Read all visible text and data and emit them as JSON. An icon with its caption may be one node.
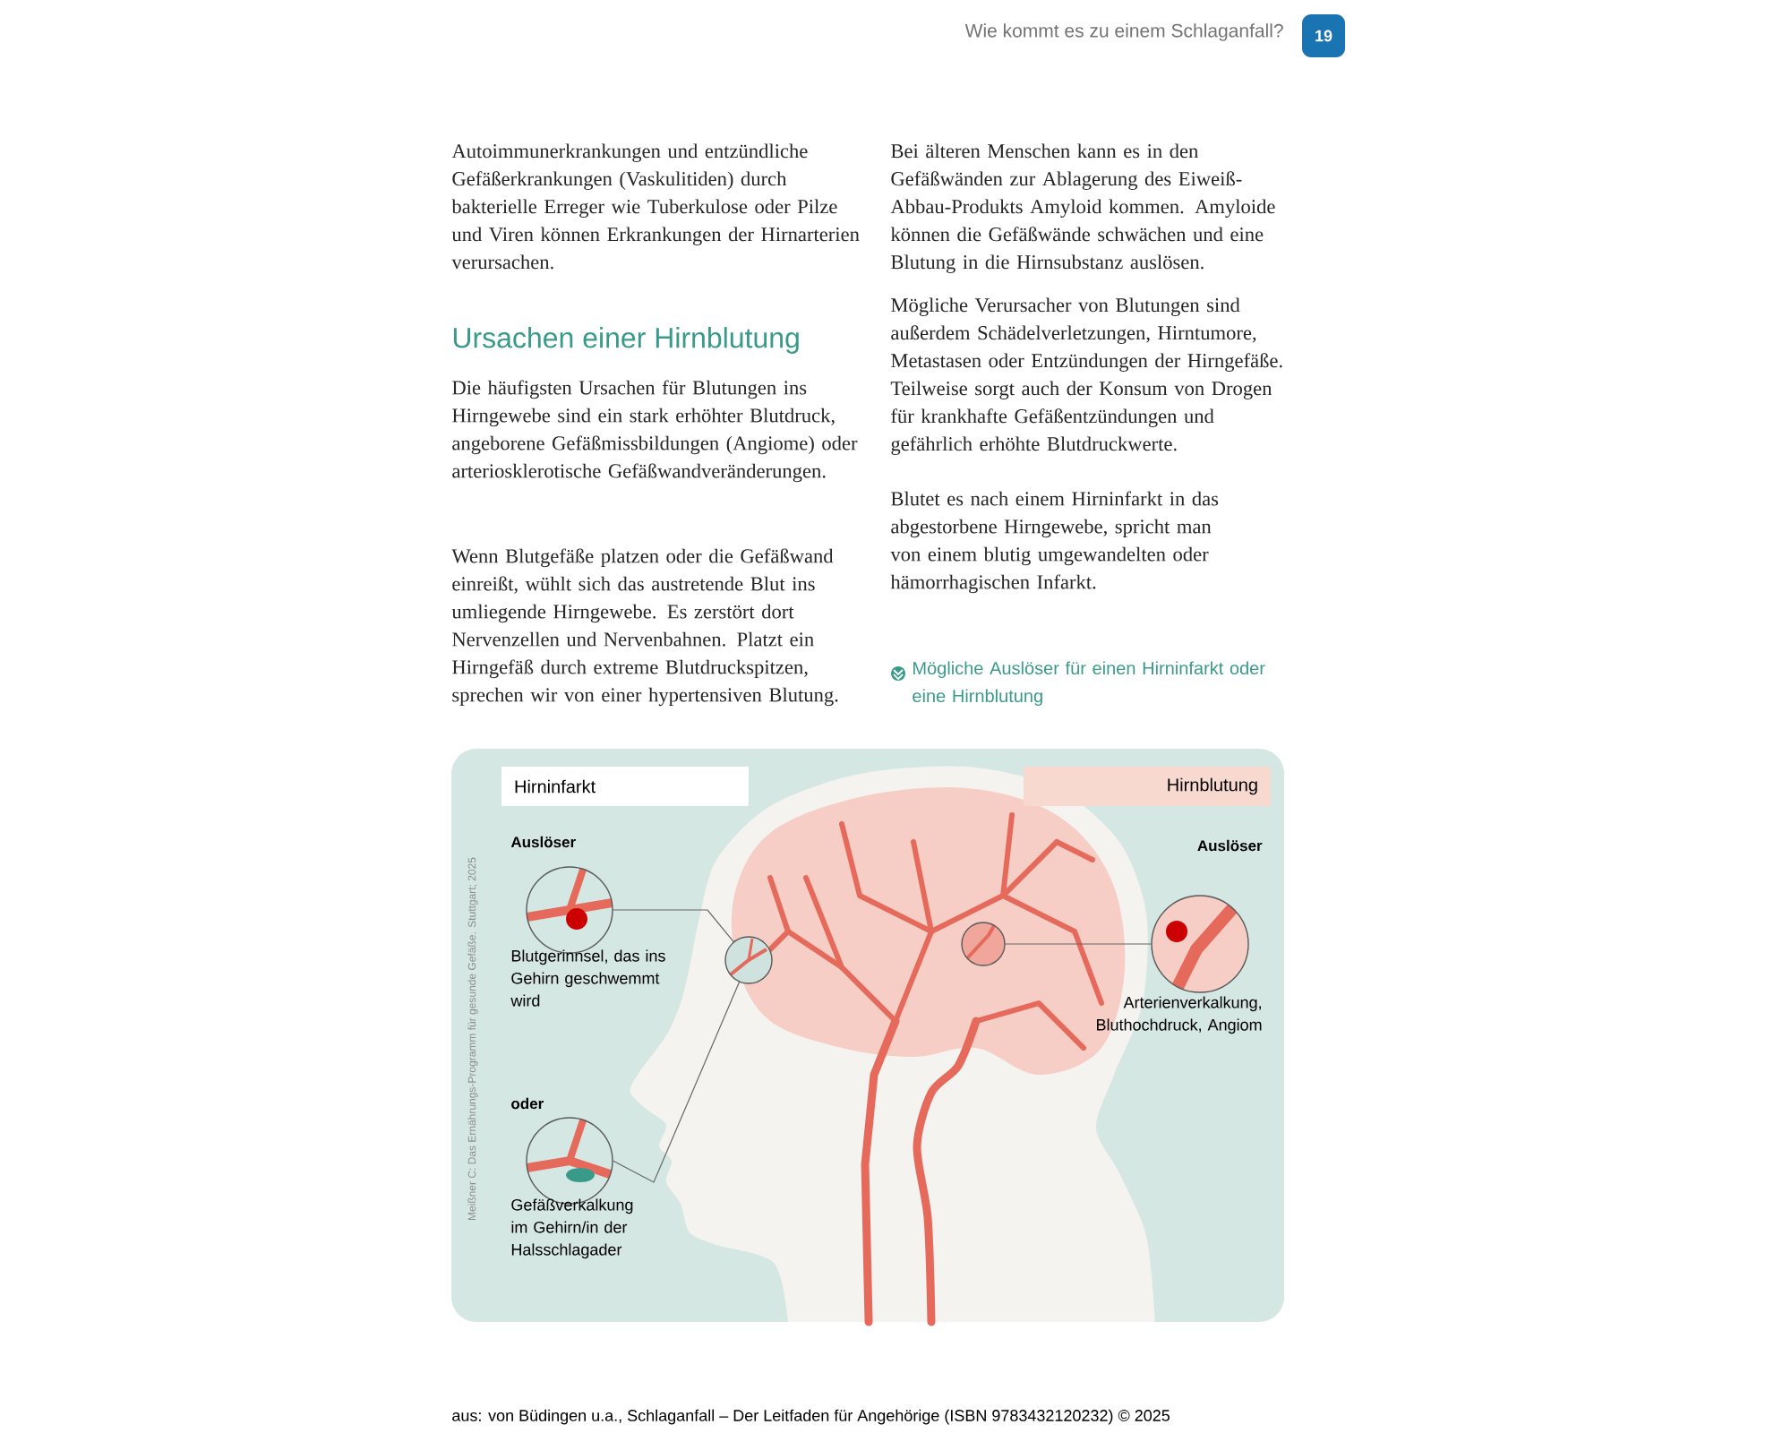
{
  "diagram": {
    "caption": "Mögliche Auslöser für einen Hirninfarkt oder eine Hirnblutung",
    "nodes": [
      {
        "text": [
          "Hirninfarkt"
        ]
      },
      {
        "text": [
          "Hirnblutung"
        ]
      },
      {
        "text": [],
        "shape": "circle",
        "beside": [
          "Blutgerinnsel, das ins Gehirn geschwemmt wird"
        ]
      },
      {
        "text": [],
        "shape": "circle",
        "beside": [
          "Gefäßverkalkung im Gehirn/in der Halsschlagader"
        ]
      },
      {
        "text": [],
        "shape": "circle"
      },
      {
        "text": [],
        "shape": "circle"
      },
      {
        "text": [],
        "shape": "circle",
        "beside": [
          "Arterienverkalkung, Bluthochdruck, Angiom"
        ]
      }
    ],
    "edges": [
      {
        "from": 2,
        "to": 4,
        "arrow": "none"
      },
      {
        "from": 3,
        "to": 4,
        "arrow": "none"
      },
      {
        "from": 5,
        "to": 6,
        "arrow": "none"
      }
    ],
    "labels": [
      "Wie kommt es zu einem Schlaganfall?",
      "19",
      "Autoimmunerkrankungen und entzündliche Gefäßerkrankungen (Vaskulitiden) durch bakterielle Erreger wie Tuberkulose oder Pilze und Viren können Erkrankungen der Hirnarterien verursachen.",
      "Ursachen einer Hirnblutung",
      "Die häufigsten Ursachen für Blutungen ins Hirngewebe sind ein stark erhöhter Blutdruck, angeborene Gefäßmissbildungen (Angiome) oder arteriosklerotische Gefäßwandveränderungen.",
      "Wenn Blutgefäße platzen oder die Gefäßwand einreißt, wühlt sich das austretende Blut ins umliegende Hirngewebe. Es zerstört dort Nervenzellen und Nervenbahnen. Platzt ein Hirngefäß durch extreme Blutdruckspitzen, sprechen wir von einer hypertensiven Blutung.",
      "Bei älteren Menschen kann es in den Gefäßwänden zur Ablagerung des Eiweiß-Abbau-Produkts Amyloid kommen. Amyloide können die Gefäßwände schwächen und eine Blutung in die Hirnsubstanz auslösen.",
      "Mögliche Verursacher von Blutungen sind außerdem Schädelverletzungen, Hirntumore, Metastasen oder Entzündungen der Hirngefäße. Teilweise sorgt auch der Konsum von Drogen für krankhafte Gefäßentzündungen und gefährlich erhöhte Blutdruckwerte.",
      "Blutet es nach einem Hirninfarkt in das abgestorbene Hirngewebe, spricht man von einem blutig umgewandelten oder hämorrhagischen Infarkt.",
      "Auslöser",
      "Auslöser",
      "oder",
      "Meißner C: Das Ernährungs-Programm für gesunde Gefäße. Stuttgart; 2025",
      "aus: von Büdingen u.a., Schlaganfall – Der Leitfaden für Angehörige (ISBN 9783432120232) © 2025"
    ]
  }
}
